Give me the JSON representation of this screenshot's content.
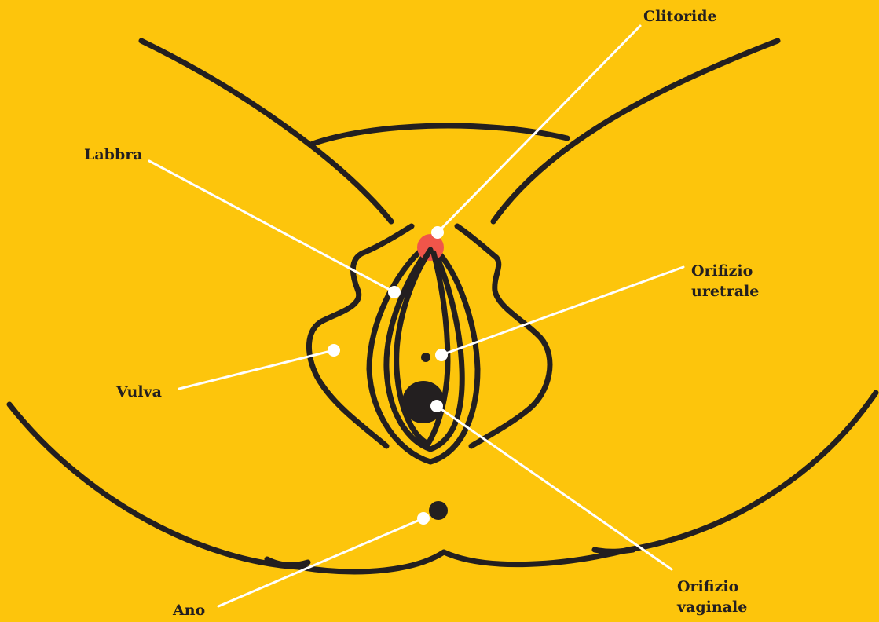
{
  "labels": {
    "clitoride": "Clitoride",
    "labbra": "Labbra",
    "orifizio_uretrale_line1": "Orifizio",
    "orifizio_uretrale_line2": "uretrale",
    "vulva": "Vulva",
    "orifizio_vaginale_line1": "Orifizio",
    "orifizio_vaginale_line2": "vaginale",
    "ano": "Ano"
  },
  "colors": {
    "background": "#FDC50C",
    "outline": "#231F20",
    "clitoris": "#F0554A",
    "leader": "#FFFFFF"
  }
}
